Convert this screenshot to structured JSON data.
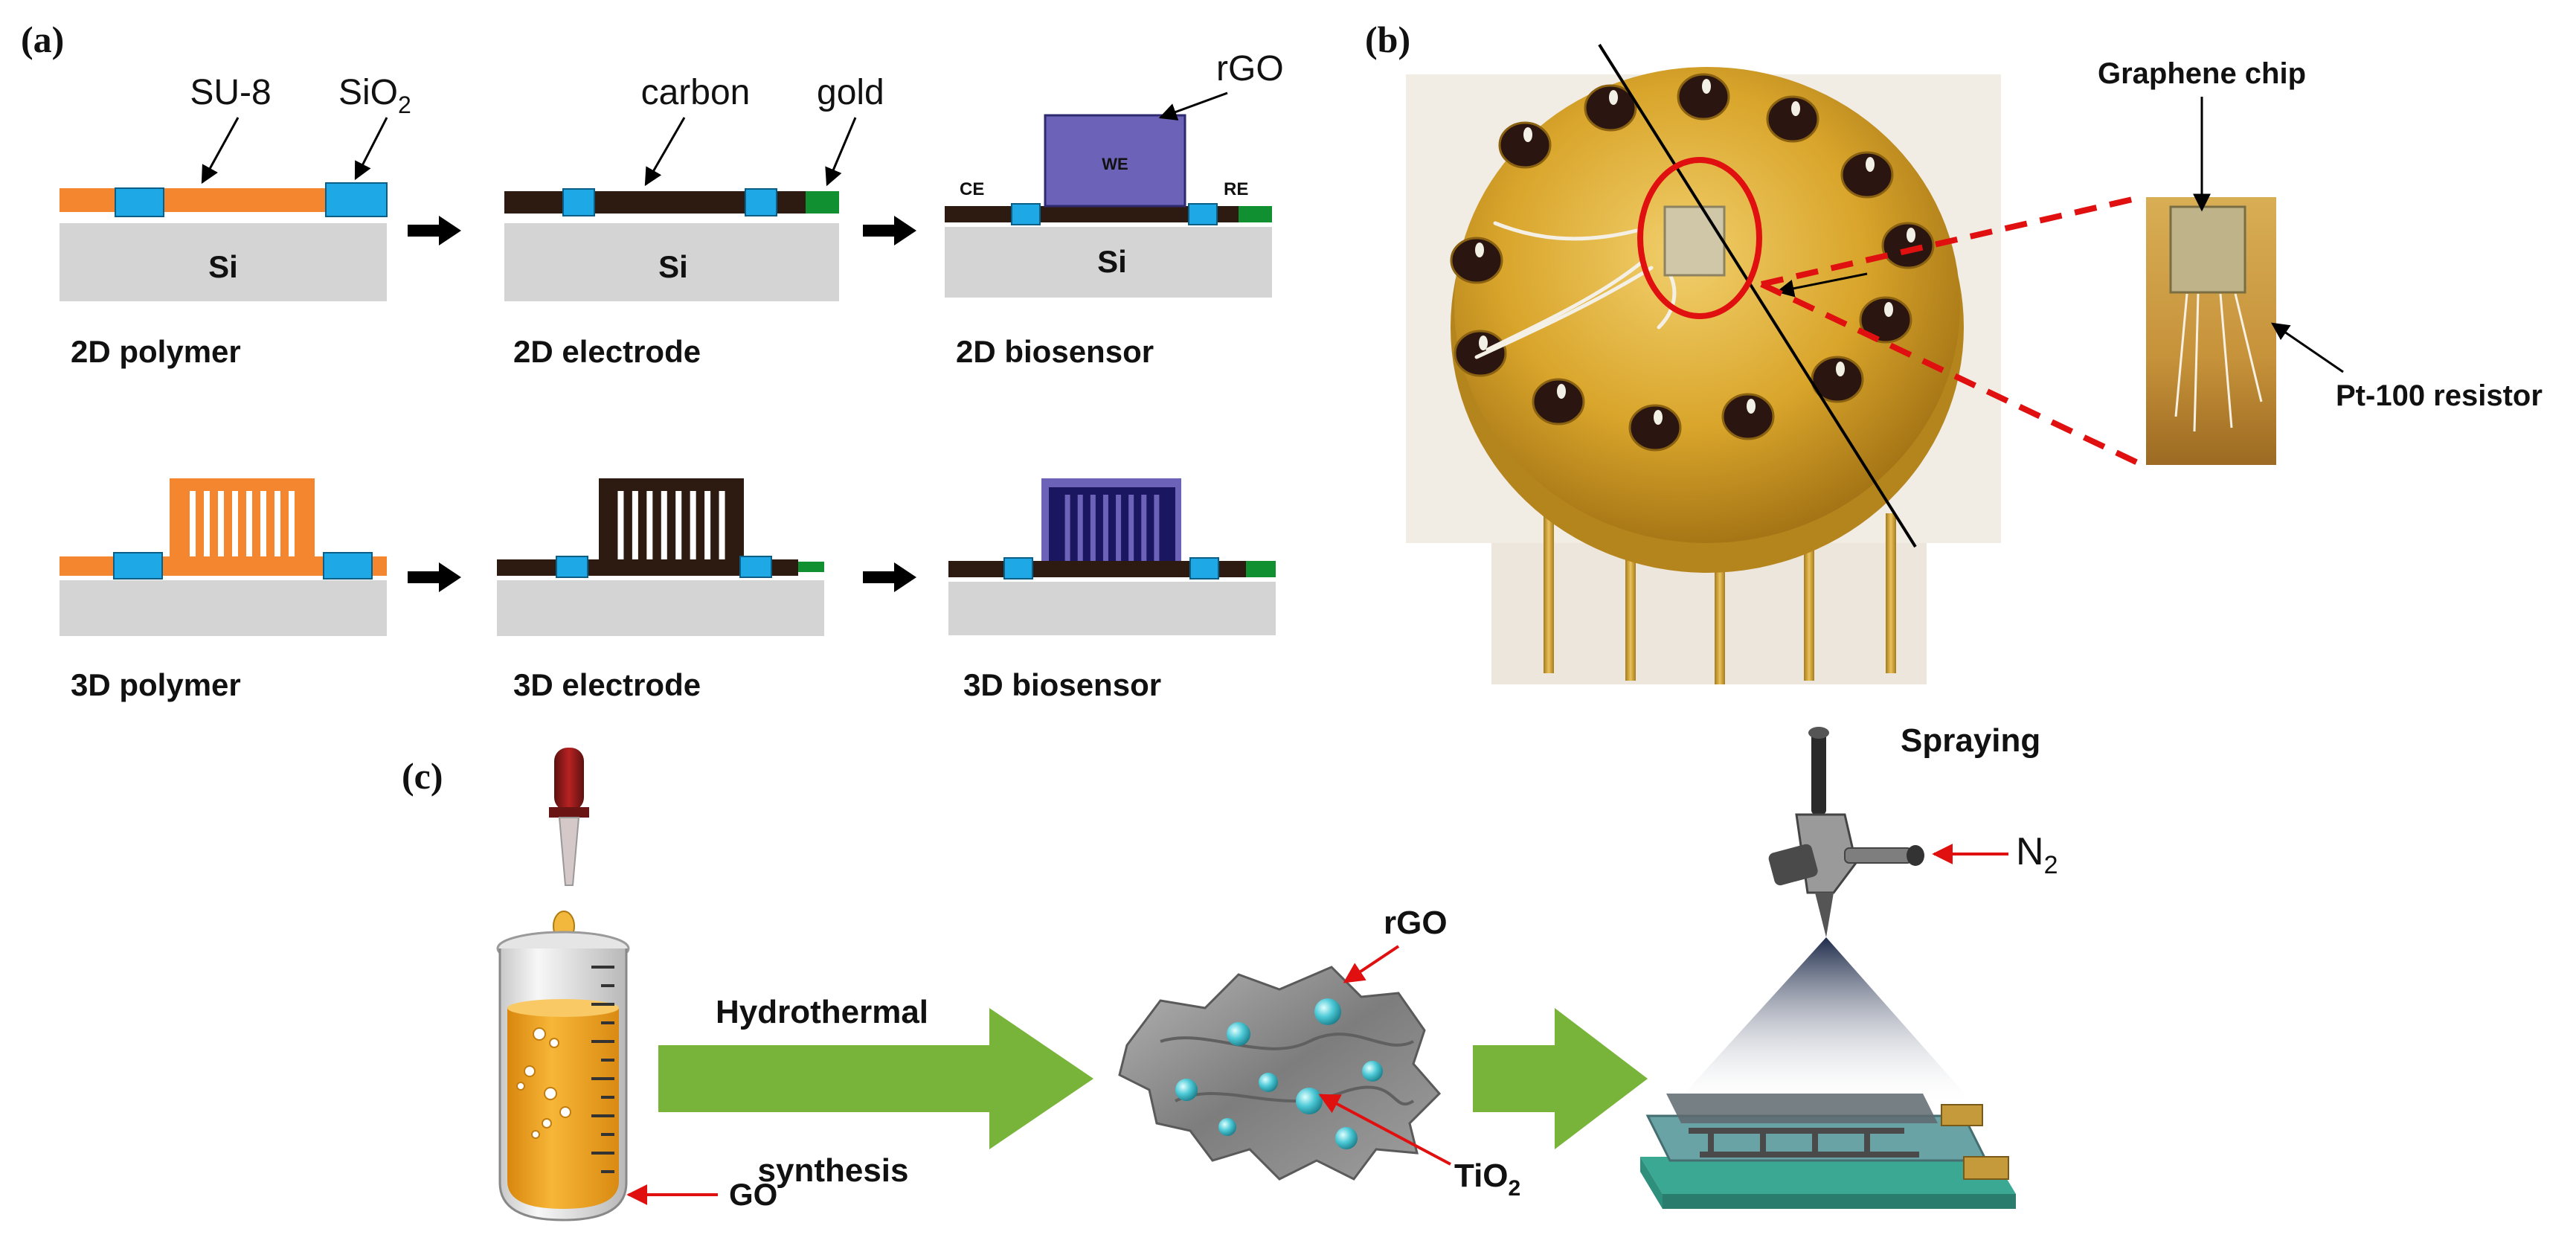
{
  "panel_a": {
    "label": "(a)",
    "su8": "SU-8",
    "sio2_main": "SiO",
    "sio2_sub": "2",
    "carbon": "carbon",
    "gold": "gold",
    "rgo": "rGO",
    "si": "Si",
    "ce": "CE",
    "we": "WE",
    "re": "RE",
    "cap_2d_polymer": "2D polymer",
    "cap_2d_electrode": "2D electrode",
    "cap_2d_biosensor": "2D biosensor",
    "cap_3d_polymer": "3D polymer",
    "cap_3d_electrode": "3D electrode",
    "cap_3d_biosensor": "3D biosensor",
    "colors": {
      "su8": "#f4862f",
      "sio2": "#1ea9e6",
      "carbon": "#2d1a10",
      "gold": "#109030",
      "rgo": "#6c63b8",
      "si": "#d4d4d4",
      "arrow": "#000000"
    }
  },
  "panel_b": {
    "label": "(b)",
    "graphene_chip": "Graphene chip",
    "pt100": "Pt-100 resistor",
    "colors": {
      "gold_disc": "#d9a52b",
      "highlight": "#e01010"
    }
  },
  "panel_c": {
    "label": "(c)",
    "spraying": "Spraying",
    "n2_main": "N",
    "n2_sub": "2",
    "rgo": "rGO",
    "hydro_line1": "Hydrothermal",
    "hydro_line2": "synthesis",
    "tio2_main": "TiO",
    "tio2_sub": "2",
    "go": "GO",
    "colors": {
      "arrow_green": "#78b33a",
      "pointer": "#e01010",
      "liquid": "#f0a020",
      "sheet": "#8a8a8a",
      "substrate": "#4ab7a4"
    }
  }
}
